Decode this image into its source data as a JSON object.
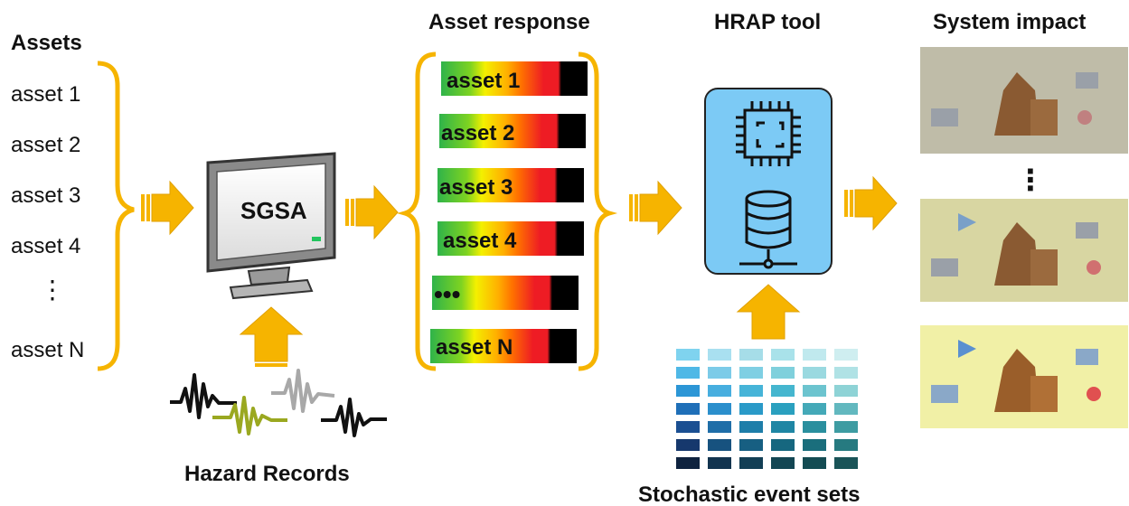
{
  "headings": {
    "assets": "Assets",
    "asset_response": "Asset response",
    "hrap_tool": "HRAP tool",
    "system_impact": "System impact"
  },
  "assets": [
    "asset 1",
    "asset 2",
    "asset 3",
    "asset 4",
    "⋮",
    "asset N"
  ],
  "monitor_label": "SGSA",
  "response_bars": [
    "asset 1",
    "asset 2",
    "asset 3",
    "asset 4",
    "•••",
    "asset N"
  ],
  "hazard_label": "Hazard Records",
  "stochastic_label": "Stochastic event sets",
  "impact_ellipsis": "⋮",
  "colors": {
    "arrow": "#f6b400",
    "brace": "#f6b400",
    "hrap_box": "#7ccaf5",
    "bar_palette": [
      "#39b54a",
      "#f4f000",
      "#ff7f00",
      "#ee1c24",
      "#000000"
    ]
  }
}
